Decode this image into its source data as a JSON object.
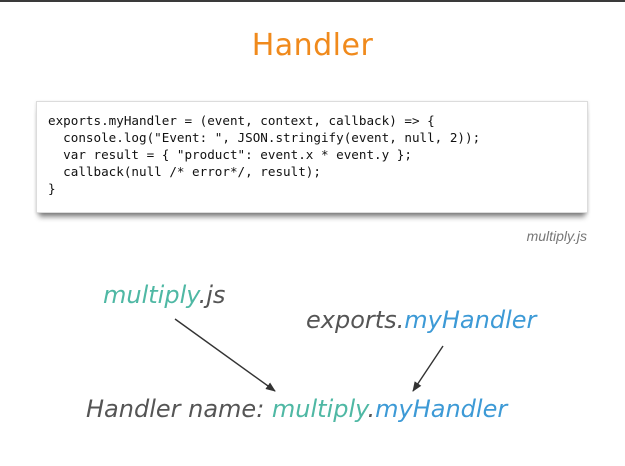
{
  "slide": {
    "title": "Handler"
  },
  "code": {
    "lines": [
      "exports.myHandler = (event, context, callback) => {",
      "  console.log(\"Event: \", JSON.stringify(event, null, 2));",
      "  var result = { \"product\": event.x * event.y };",
      "  callback(null /* error*/, result);",
      "}"
    ],
    "caption": "multiply.js"
  },
  "diagram": {
    "file_label": {
      "name": "multiply",
      "ext": ".js"
    },
    "export_label": {
      "prefix": "exports.",
      "name": "myHandler"
    },
    "handler_label": {
      "prefix": "Handler name: ",
      "module": "multiply",
      "dot": ".",
      "function": "myHandler"
    }
  },
  "colors": {
    "title": "#f08a1c",
    "teal": "#4fb8a4",
    "blue": "#3d9ad6",
    "text_gray": "#555555",
    "arrow": "#333333"
  }
}
